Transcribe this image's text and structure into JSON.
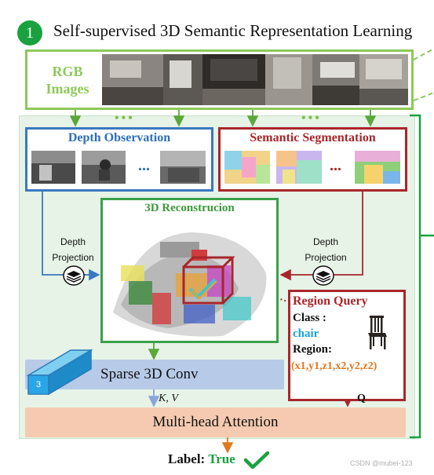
{
  "header": {
    "step_number": "1",
    "title": "Self-supervised 3D Semantic Representation Learning"
  },
  "rgb": {
    "label": "RGB Images"
  },
  "dots": {
    "left": "•••",
    "right": "•••"
  },
  "depth_observation": {
    "title": "Depth Observation",
    "ellipsis": "..."
  },
  "semantic_segmentation": {
    "title": "Semantic Segmentation",
    "ellipsis": "..."
  },
  "reconstruction": {
    "title": "3D Reconstrucion"
  },
  "projection_left": {
    "line1": "Depth",
    "line2": "Projection"
  },
  "projection_right": {
    "line1": "Depth",
    "line2": "Projection"
  },
  "region_query": {
    "title": "Region Query",
    "class_label": "Class :",
    "class_value": "chair",
    "region_label": "Region:",
    "region_value": "(x1,y1,z1,x2,y2,z2)"
  },
  "sparse_conv": {
    "label": "Sparse 3D Conv",
    "cube_number": "3"
  },
  "kv_label": "K, V",
  "q_label": "Q",
  "attention": {
    "label": "Multi-head Attention"
  },
  "result": {
    "label": "Label:",
    "value": "True"
  },
  "watermark": "CSDN @mubei-123",
  "colors": {
    "green": "#1aa13f",
    "light_green": "#8dc95a",
    "blue": "#3a78c0",
    "red": "#a8262b",
    "orange": "#e0781e",
    "cyan": "#1aa0e0"
  }
}
